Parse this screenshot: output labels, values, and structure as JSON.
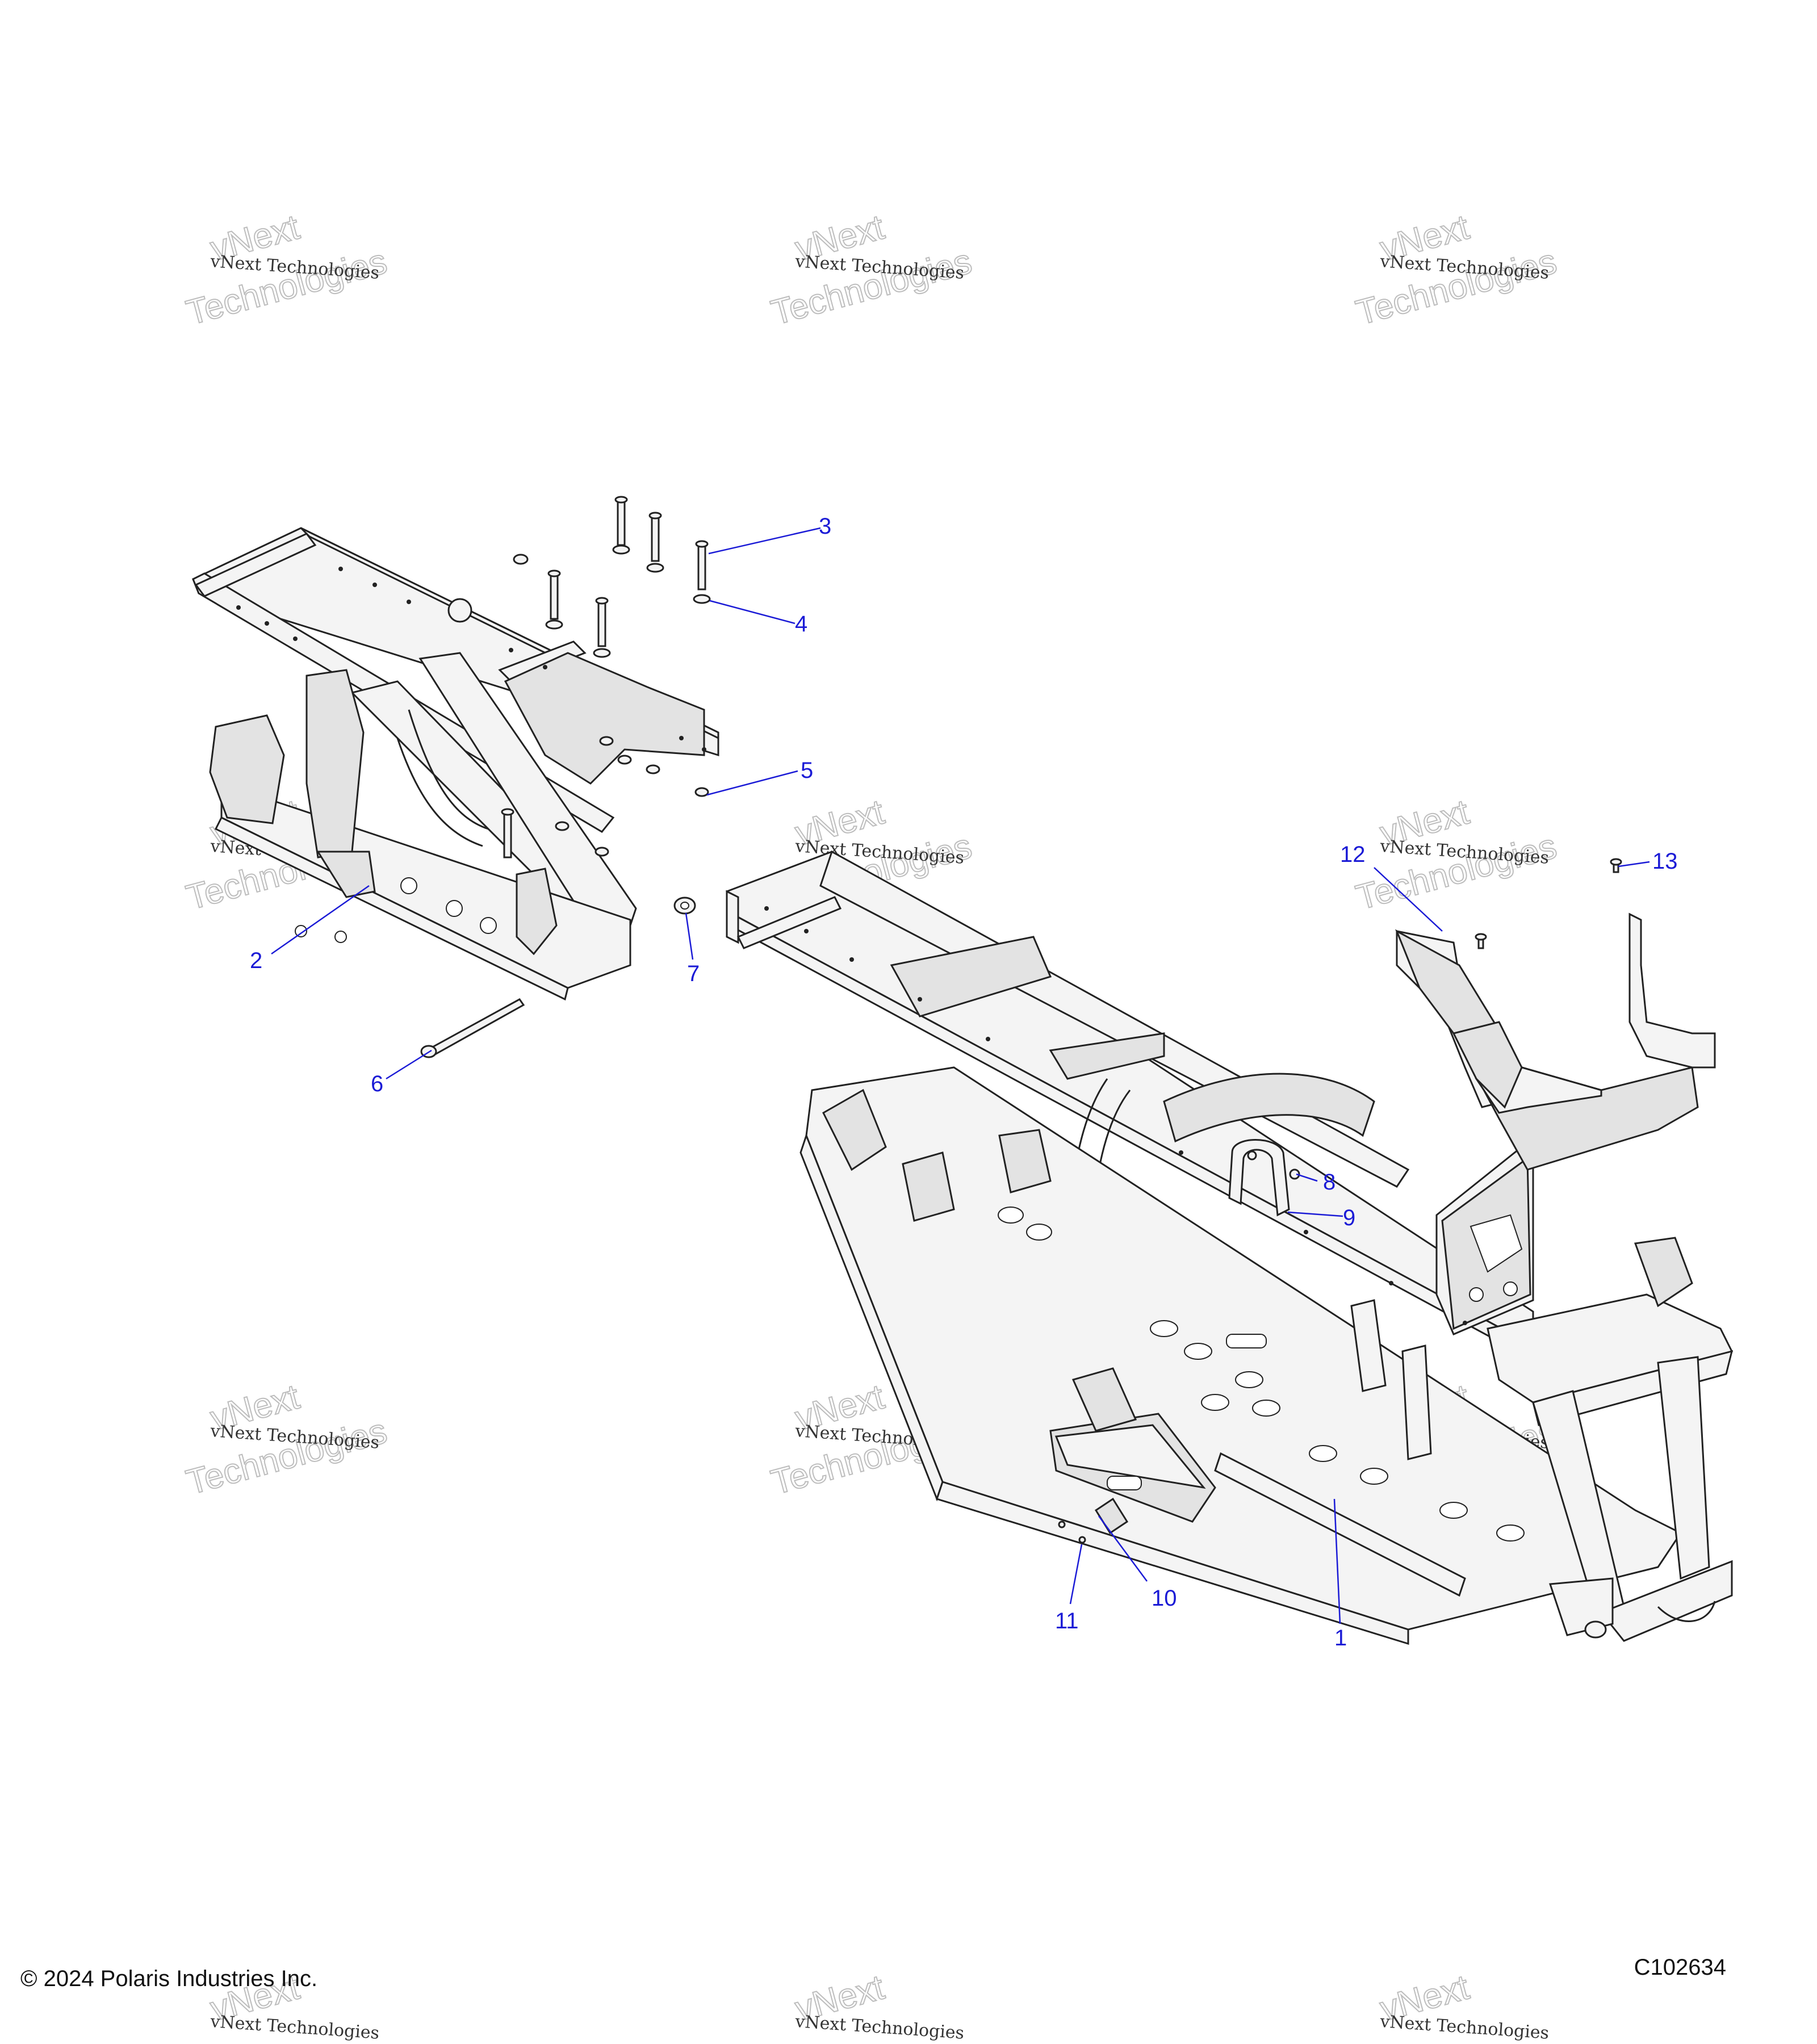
{
  "footer": {
    "copyright": "© 2024 Polaris Industries Inc.",
    "drawing_code": "C102634"
  },
  "watermark": {
    "line_small": "vNext Technologies",
    "line_big_1": "vNext",
    "line_big_2": "Technologies"
  },
  "callouts": [
    "1",
    "2",
    "3",
    "4",
    "5",
    "6",
    "7",
    "8",
    "9",
    "10",
    "11",
    "12",
    "13"
  ],
  "colors": {
    "callout": "#1b1bd6",
    "line": "#222222",
    "part_fill": "#f4f4f4"
  }
}
